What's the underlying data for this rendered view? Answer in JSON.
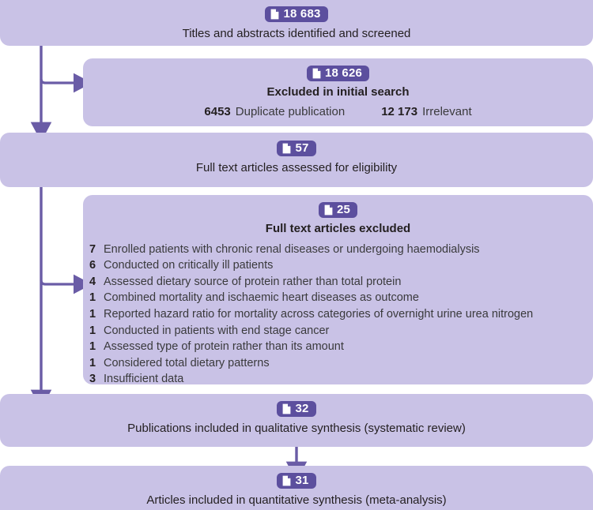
{
  "colors": {
    "box_fill": "#c9c2e6",
    "badge_fill": "#5c4f9e",
    "arrow": "#6a5ca6",
    "text": "#231f20",
    "page_bg": "#ffffff"
  },
  "icons": {
    "document": "document-icon"
  },
  "nodes": {
    "screened": {
      "count": "18 683",
      "caption": "Titles and abstracts identified and screened"
    },
    "excluded_initial": {
      "count": "18 626",
      "title": "Excluded in initial search",
      "reasons": [
        {
          "n": "6453",
          "label": "Duplicate publication"
        },
        {
          "n": "12 173",
          "label": "Irrelevant"
        }
      ]
    },
    "eligibility": {
      "count": "57",
      "caption": "Full text articles assessed for eligibility"
    },
    "excluded_fulltext": {
      "count": "25",
      "title": "Full text articles excluded",
      "reasons": [
        {
          "n": "7",
          "label": "Enrolled patients with chronic renal diseases or undergoing haemodialysis"
        },
        {
          "n": "6",
          "label": "Conducted on critically ill patients"
        },
        {
          "n": "4",
          "label": "Assessed dietary source of protein rather than total protein"
        },
        {
          "n": "1",
          "label": "Combined mortality and ischaemic heart diseases as outcome"
        },
        {
          "n": "1",
          "label": "Reported hazard ratio for mortality across categories of overnight urine urea nitrogen"
        },
        {
          "n": "1",
          "label": "Conducted in patients with end stage cancer"
        },
        {
          "n": "1",
          "label": "Assessed type of protein rather than its amount"
        },
        {
          "n": "1",
          "label": "Considered total dietary patterns"
        },
        {
          "n": "3",
          "label": "Insufficient data"
        }
      ]
    },
    "qualitative": {
      "count": "32",
      "caption": "Publications included in qualitative synthesis (systematic review)"
    },
    "quantitative": {
      "count": "31",
      "caption": "Articles included in quantitative synthesis (meta-analysis)"
    }
  }
}
